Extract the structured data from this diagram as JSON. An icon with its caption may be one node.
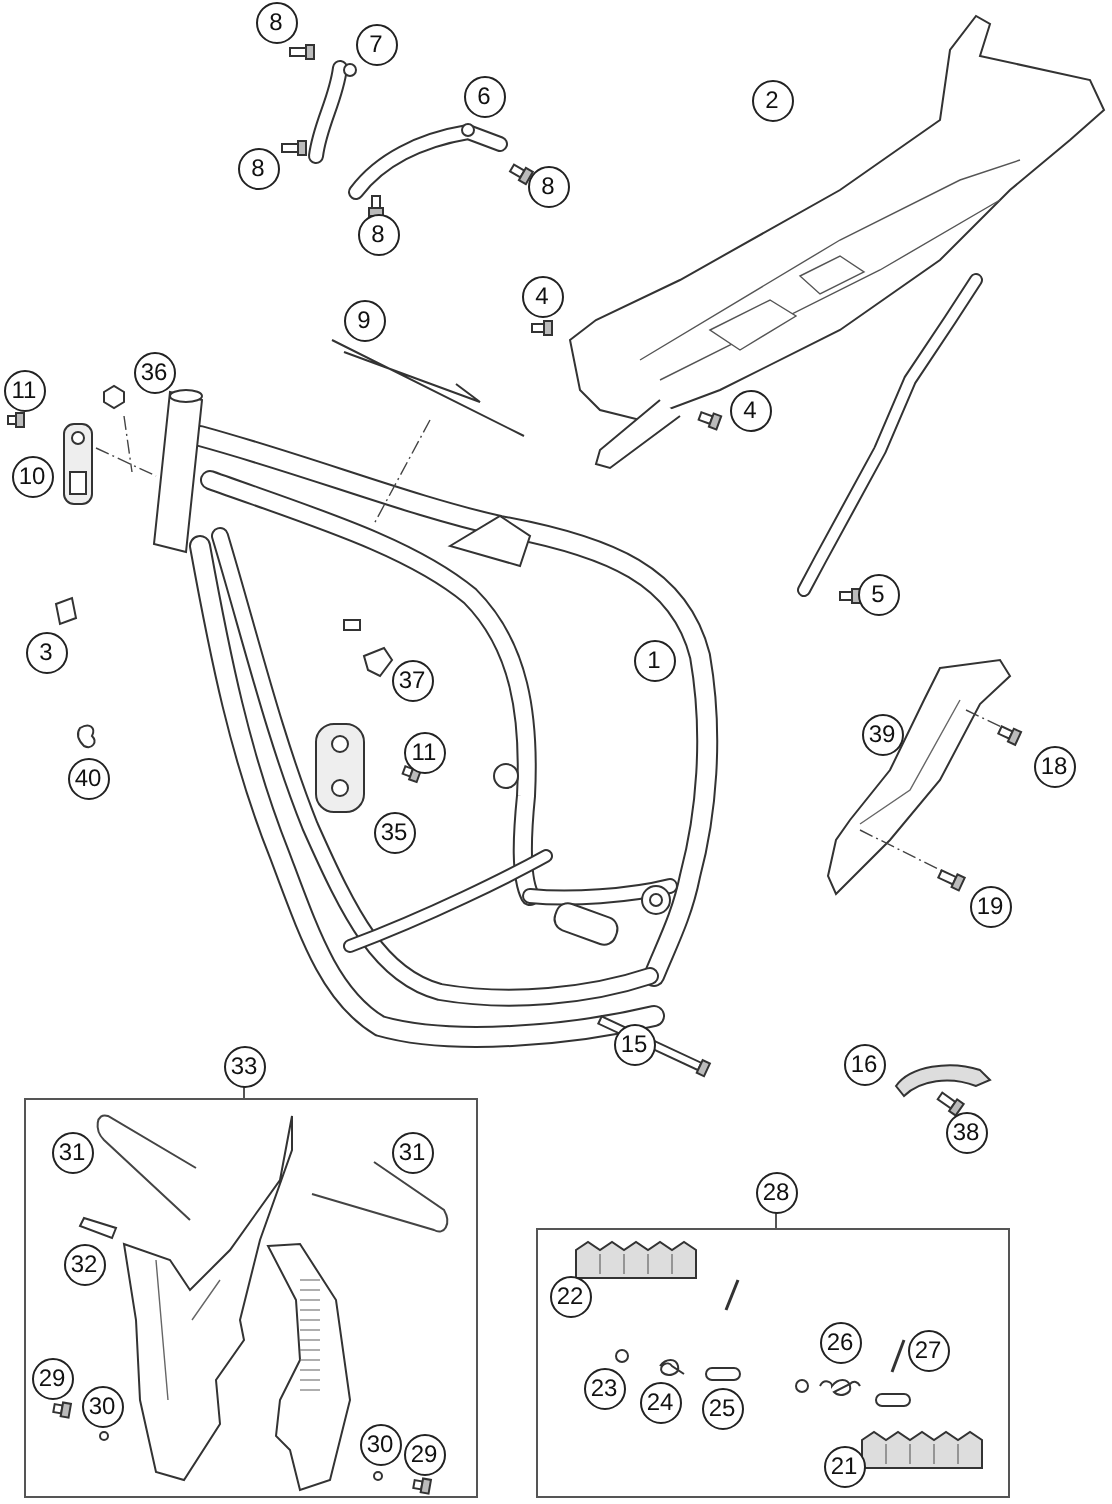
{
  "diagram": {
    "nodes": [
      {
        "text": [
          "8"
        ]
      },
      {
        "text": [
          "7"
        ]
      },
      {
        "text": [
          "6"
        ]
      },
      {
        "text": [
          "2"
        ]
      },
      {
        "text": [
          "8"
        ]
      },
      {
        "text": [
          "8"
        ]
      },
      {
        "text": [
          "8"
        ]
      },
      {
        "text": [
          "4"
        ]
      },
      {
        "text": [
          "9"
        ]
      },
      {
        "text": [
          "36"
        ]
      },
      {
        "text": [
          "11"
        ]
      },
      {
        "text": [
          "4"
        ]
      },
      {
        "text": [
          "10"
        ]
      },
      {
        "text": [
          "5"
        ]
      },
      {
        "text": [
          "3"
        ]
      },
      {
        "text": [
          "1"
        ]
      },
      {
        "text": [
          "37"
        ]
      },
      {
        "text": [
          "39"
        ]
      },
      {
        "text": [
          "11"
        ]
      },
      {
        "text": [
          "18"
        ]
      },
      {
        "text": [
          "40"
        ]
      },
      {
        "text": [
          "35"
        ]
      },
      {
        "text": [
          "19"
        ]
      },
      {
        "text": [
          "15"
        ]
      },
      {
        "text": [
          "33"
        ]
      },
      {
        "text": [
          "16"
        ]
      },
      {
        "text": [],
        "shape": "box"
      },
      {
        "text": [
          "31"
        ],
        "in": 26
      },
      {
        "text": [
          "31"
        ],
        "in": 26
      },
      {
        "text": [
          "32"
        ],
        "in": 26
      },
      {
        "text": [
          "29"
        ],
        "in": 26
      },
      {
        "text": [
          "30"
        ],
        "in": 26
      },
      {
        "text": [
          "30"
        ],
        "in": 26
      },
      {
        "text": [
          "29"
        ],
        "in": 26
      },
      {
        "text": [
          "38"
        ]
      },
      {
        "text": [
          "28"
        ]
      },
      {
        "text": [],
        "shape": "box"
      },
      {
        "text": [
          "22"
        ],
        "in": 36
      },
      {
        "text": [
          "26"
        ],
        "in": 36
      },
      {
        "text": [
          "27"
        ],
        "in": 36
      },
      {
        "text": [
          "23"
        ],
        "in": 36
      },
      {
        "text": [
          "24"
        ],
        "in": 36
      },
      {
        "text": [
          "25"
        ],
        "in": 36
      },
      {
        "text": [
          "21"
        ],
        "in": 36
      }
    ],
    "edges": [
      {
        "from": 24,
        "to": 26,
        "arrow": "none"
      },
      {
        "from": 35,
        "to": 36,
        "arrow": "none"
      }
    ]
  }
}
